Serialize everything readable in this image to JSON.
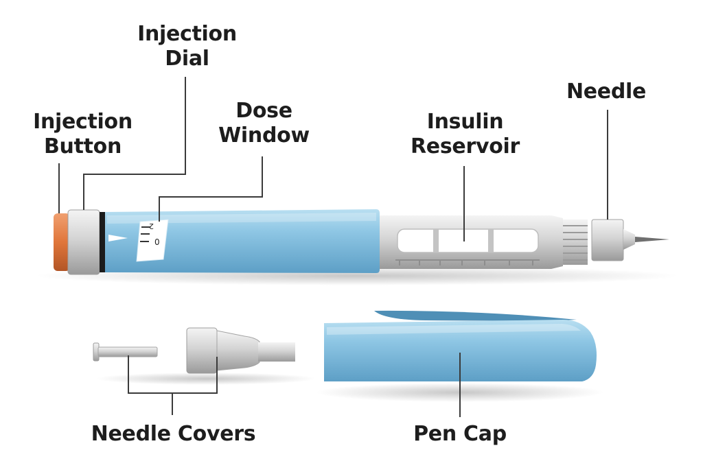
{
  "labels": {
    "injection_button": [
      "Injection",
      "Button"
    ],
    "injection_dial": [
      "Injection",
      "Dial"
    ],
    "dose_window": [
      "Dose",
      "Window"
    ],
    "insulin_reservoir": [
      "Insulin",
      "Reservoir"
    ],
    "needle": "Needle",
    "needle_covers": "Needle Covers",
    "pen_cap": "Pen Cap"
  },
  "dose_window": {
    "digit_zero": "0",
    "digit_two": "2"
  },
  "colors": {
    "pen_blue": "#8ec6e4",
    "pen_blue_dark": "#5d9fc6",
    "button_orange": "#e0763a",
    "metal_light": "#eeeeee",
    "metal_mid": "#c8c8c8",
    "metal_dark": "#8e8e8e",
    "leader_line": "#3a3a3a",
    "text": "#1d1d1d"
  }
}
